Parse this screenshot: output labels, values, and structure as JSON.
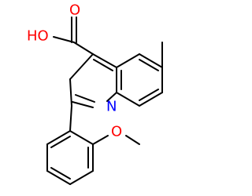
{
  "diagram": {
    "type": "chemical-structure",
    "colors": {
      "bond": "#000000",
      "oxygen": "#ff0000",
      "nitrogen": "#0000ff"
    },
    "atom_labels": {
      "hydroxyl": "HO",
      "carbonyl_oxygen": "O",
      "ring_nitrogen": "N",
      "ether_oxygen": "O"
    }
  }
}
